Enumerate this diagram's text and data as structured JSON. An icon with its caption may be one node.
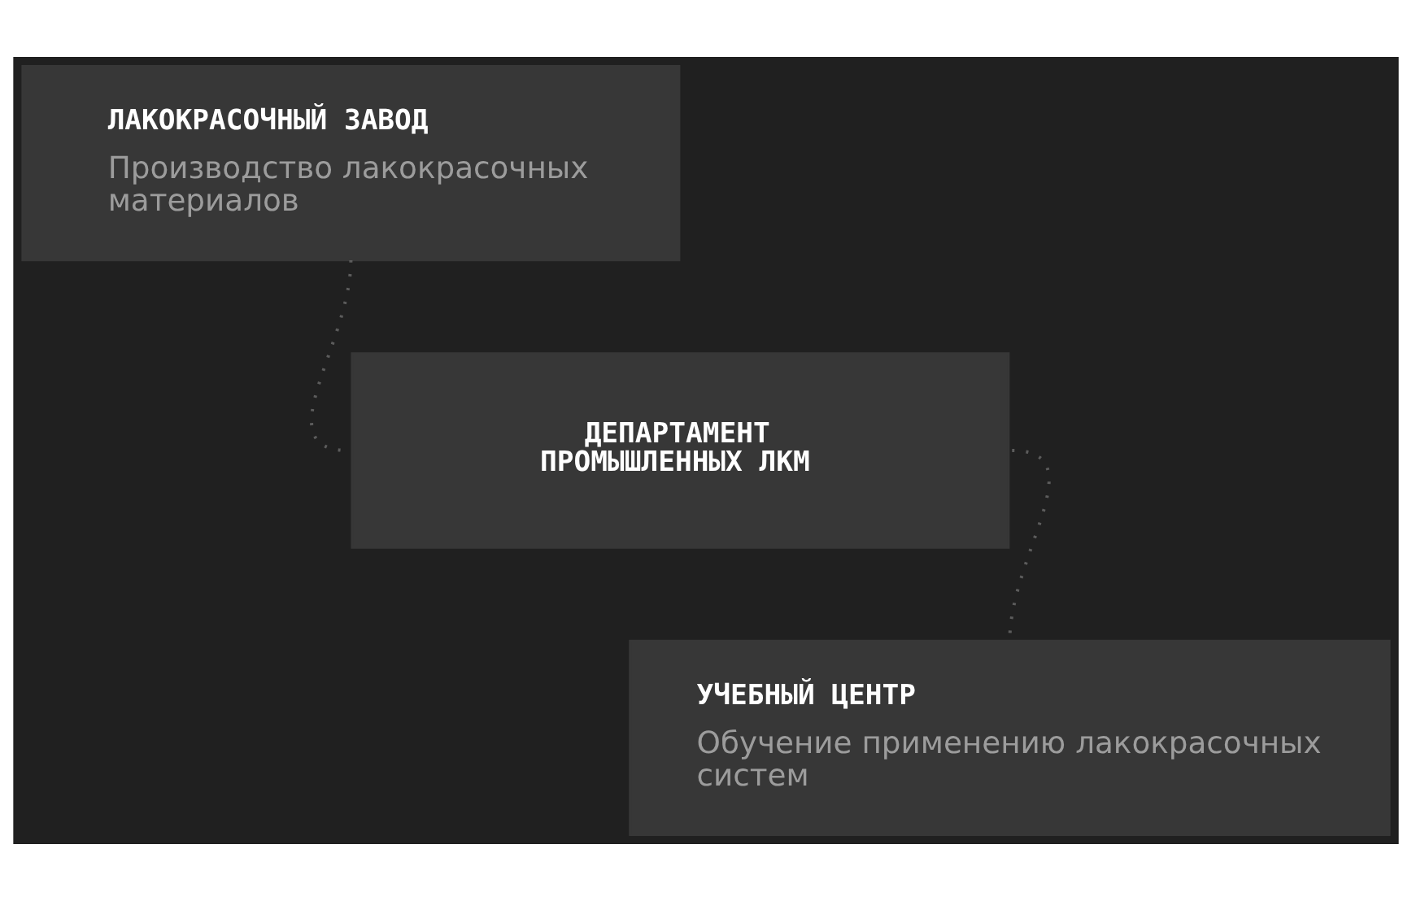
{
  "diagram": {
    "nodes": [
      {
        "text": [
          "ЛАКОКРАСОЧНЫЙ ЗАВОД",
          "Производство лакокрасочных материалов"
        ]
      },
      {
        "text": [
          "ДЕПАРТАМЕНТ ПРОМЫШЛЕННЫХ ЛКМ"
        ]
      },
      {
        "text": [
          "УЧЕБНЫЙ ЦЕНТР",
          "Обучение применению лакокрасочных систем"
        ]
      }
    ],
    "edges": [
      {
        "from": 0,
        "to": 1,
        "arrow": "none",
        "style": "dashed"
      },
      {
        "from": 1,
        "to": 2,
        "arrow": "none",
        "style": "dashed"
      }
    ]
  }
}
